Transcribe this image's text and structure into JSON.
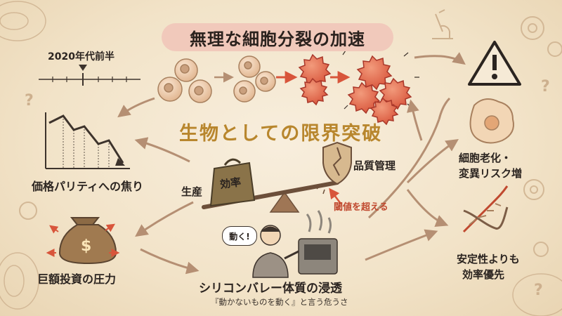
{
  "title": "無理な細胞分裂の加速",
  "center_title": "生物としての限界突破",
  "timeline_label": "2020年代前半",
  "price_label": "価格パリティへの焦り",
  "production_label": "生産",
  "efficiency_label": "効率",
  "quality_label": "品質管理",
  "threshold_label": "閾値を超える",
  "investment_label": "巨額投資の圧力",
  "bubble_text": "動く!",
  "silicon_label": "シリコンバレー体質の浸透",
  "silicon_sub": "『動かないものを動く』と言う危うさ",
  "aging_label_1": "細胞老化・",
  "aging_label_2": "変異リスク増",
  "stability_label_1": "安定性よりも",
  "stability_label_2": "効率優先",
  "colors": {
    "accent_red": "#d8553b",
    "gold": "#b8862d",
    "title_bg": "#f1c9bb",
    "arrow": "#b58f73"
  },
  "icons": [
    "warning-icon",
    "money-bag-icon",
    "dna-icon",
    "scale-icon",
    "shield-icon",
    "microscope-icon",
    "chart-icon",
    "question-icon",
    "gear-icon"
  ]
}
